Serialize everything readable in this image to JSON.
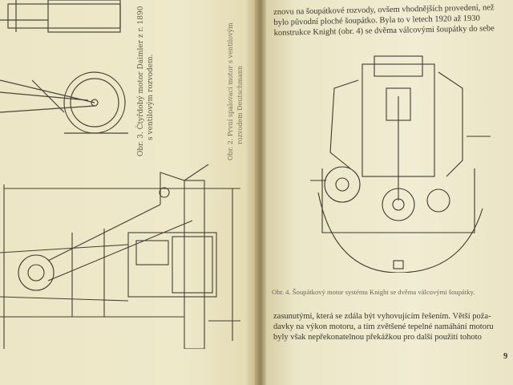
{
  "left_page": {
    "caption_fig3": [
      "Obr. 3. Čtyřdobý motor Daimler z r. 1890",
      "s ventilovým rozvodem."
    ],
    "caption_fig2": [
      "Obr. 2. První spalovací motor s ventilovým",
      "rozvodem Deutschmann"
    ]
  },
  "right_page": {
    "paragraph_top": [
      "znovu na šoupátkové rozvody, ovšem vhodnějších provedení, než",
      "bylo původní ploché šoupátko. Byla to v letech 1920 až 1930",
      "konstrukce Knight (obr. 4) se dvěma válcovými šoupátky do sebe"
    ],
    "figure_caption": "Obr. 4. Šoupátkový motor systému Knight se dvěma válcovými šoupátky.",
    "paragraph_bottom": [
      "zasunutými, která se zdála být vyhovujícím řešením. Větší poža-",
      "davky na výkon motoru, a tím zvětšené tepelné namáhání motoru",
      "byly však nepřekonatelnou překážkou pro další použití tohoto"
    ],
    "page_number": "9"
  },
  "colors": {
    "paper": "#efe9cb",
    "ink": "#3a362c"
  }
}
